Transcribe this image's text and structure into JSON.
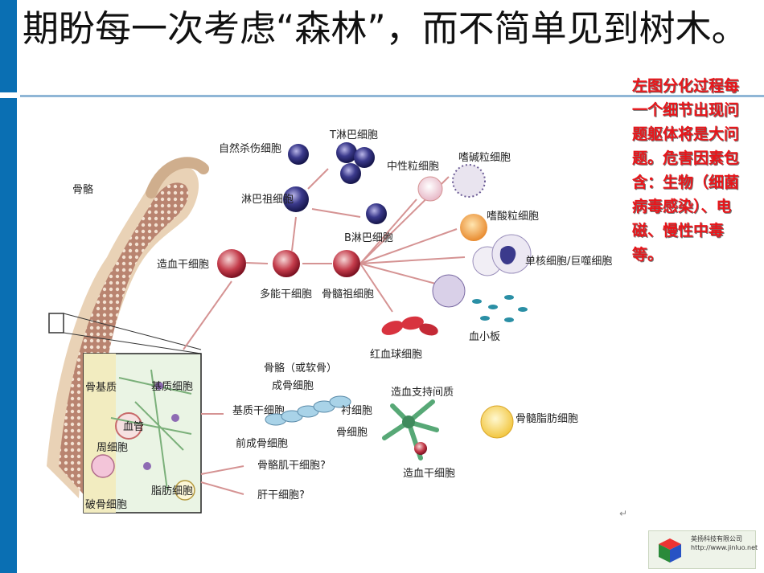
{
  "slide": {
    "title": "期盼每一次考虑“森林”，而不简单见到树木。",
    "note": "左图分化过程每一个细节出现问题躯体将是大问题。危害因素包含：生物（细菌病毒感染）、电磁、慢性中毒等。",
    "accent_color": "#0a6fb3",
    "note_color": "#e8161b"
  },
  "diagram": {
    "bone": "骨骼",
    "hsc": "造血干细胞",
    "multipotent": "多能干细胞",
    "marrow_progenitor": "骨髓祖细胞",
    "lymph_progenitor": "淋巴祖细胞",
    "nk": "自然杀伤细胞",
    "t_cell": "T淋巴细胞",
    "b_cell": "B淋巴细胞",
    "neutrophil": "中性粒细胞",
    "basophil": "嗜碱粒细胞",
    "eosinophil": "嗜酸粒细胞",
    "monocyte": "单核细胞/巨噬细胞",
    "platelet": "血小板",
    "rbc": "红血球细胞",
    "bone_matrix": "骨基质",
    "stromal": "基质细胞",
    "vessel": "血管",
    "pericyte": "周细胞",
    "osteoclast": "破骨细胞",
    "fat": "脂肪细胞",
    "msc": "基质干细胞",
    "bone_cartilage": "骨骼（或软骨）",
    "osteoblast": "成骨细胞",
    "lining": "衬细胞",
    "osteocyte": "骨细胞",
    "pre_osteoblast": "前成骨细胞",
    "muscle_stem": "骨骼肌干细胞?",
    "liver_stem": "肝干细胞?",
    "support": "造血支持间质",
    "hsc2": "造血干细胞",
    "marrow_fat": "骨髓脂肪细胞"
  },
  "logo": {
    "name": "英扬科技有限公司",
    "url": "http://www.jinluo.net"
  }
}
